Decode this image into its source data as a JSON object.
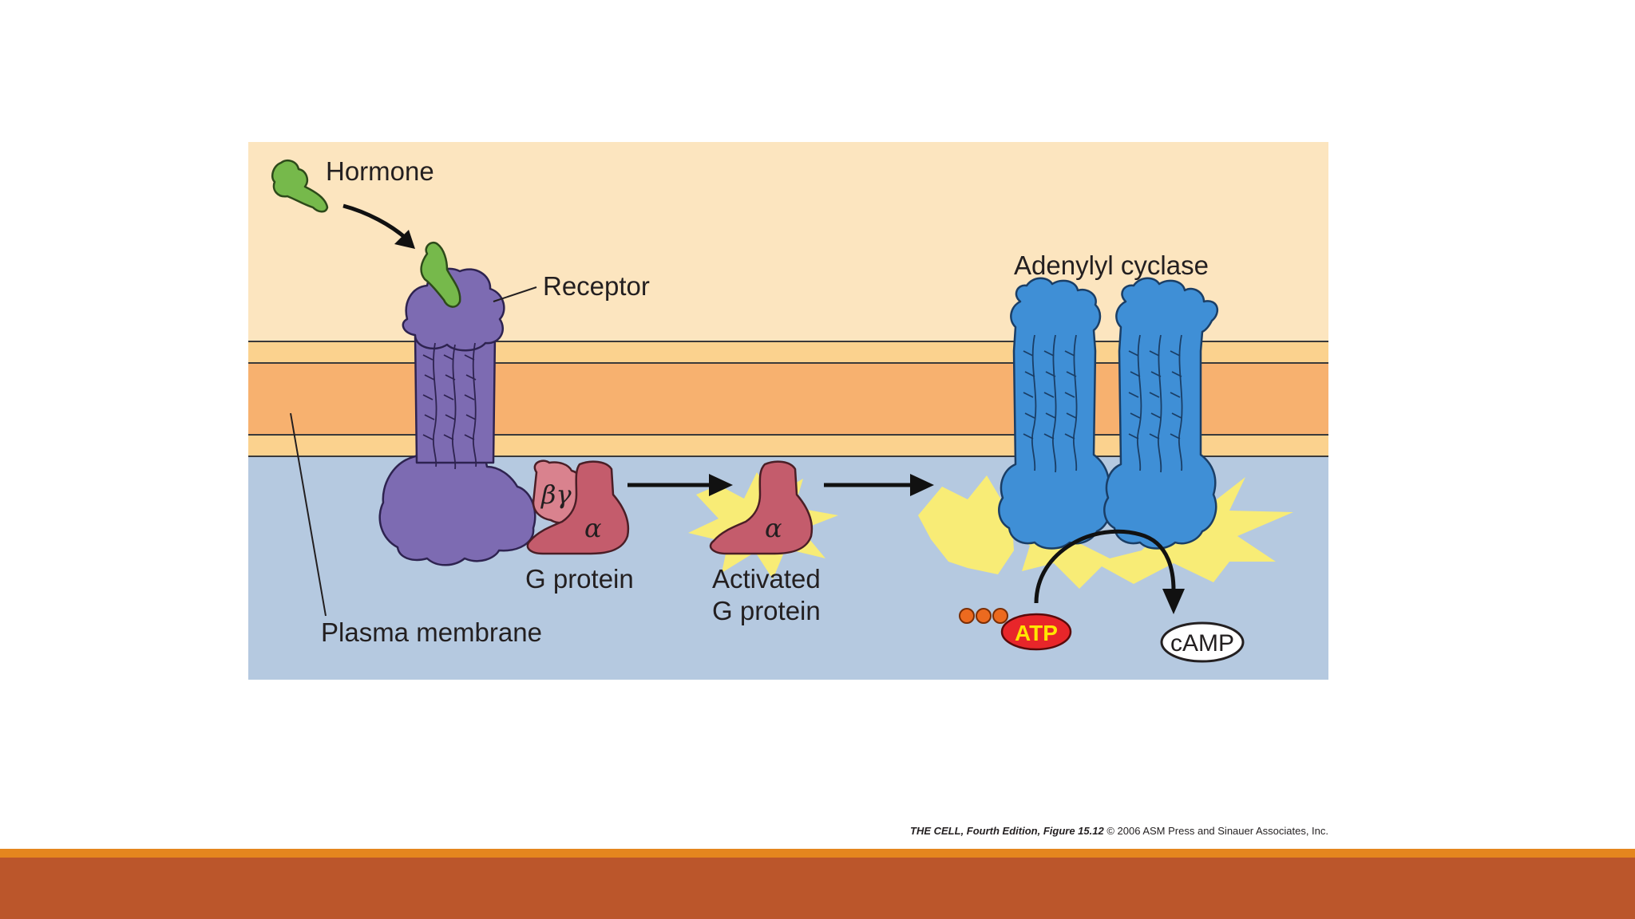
{
  "labels": {
    "hormone": "Hormone",
    "receptor": "Receptor",
    "adenylyl_cyclase": "Adenylyl cyclase",
    "g_protein": "G protein",
    "activated_line1": "Activated",
    "activated_line2": "G protein",
    "plasma_membrane": "Plasma membrane",
    "beta_gamma": "βγ",
    "alpha": "α",
    "atp": "ATP",
    "camp": "cAMP"
  },
  "credit": {
    "reference": "THE CELL, Fourth Edition, Figure 15.12",
    "copyright": "© 2006 ASM Press and Sinauer Associates, Inc."
  },
  "colors": {
    "extracellular": "#fce5bf",
    "membrane_outer": "#fbd28e",
    "membrane_core": "#f7b16f",
    "cytoplasm": "#b5c9e0",
    "hormone": "#76b94b",
    "receptor": "#7d6bb2",
    "g_protein_alpha": "#c45c6c",
    "g_protein_beta_gamma": "#d9828e",
    "adenylyl_cyclase": "#3f8fd6",
    "atp": "#e8262a",
    "atp_text": "#ffe500",
    "phosphate": "#ec6a1f",
    "glow": "#fff06a",
    "accent_thin": "#e5861e",
    "accent_thick": "#bb562b"
  }
}
